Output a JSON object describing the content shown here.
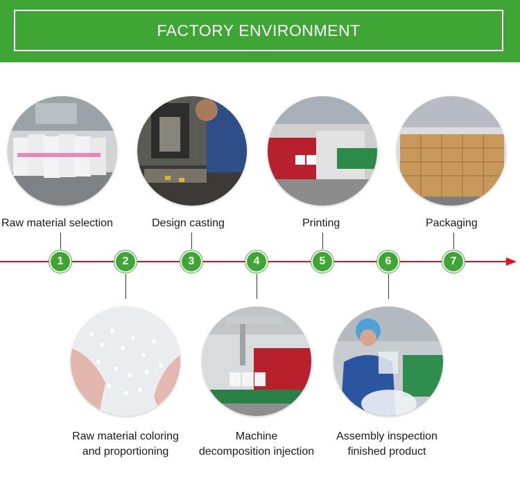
{
  "header": {
    "title": "FACTORY  ENVIRONMENT"
  },
  "steps": [
    {
      "number": "1",
      "label": "Raw material selection"
    },
    {
      "number": "2",
      "label_line1": "Raw material coloring",
      "label_line2": "and proportioning"
    },
    {
      "number": "3",
      "label": "Design casting"
    },
    {
      "number": "4",
      "label_line1": "Machine",
      "label_line2": "decomposition injection"
    },
    {
      "number": "5",
      "label": "Printing"
    },
    {
      "number": "6",
      "label_line1": "Assembly inspection",
      "label_line2": "finished product"
    },
    {
      "number": "7",
      "label": "Packaging"
    }
  ],
  "colors": {
    "banner": "#3fa535",
    "step_dot": "#3fa535",
    "timeline": "#e5101a"
  }
}
